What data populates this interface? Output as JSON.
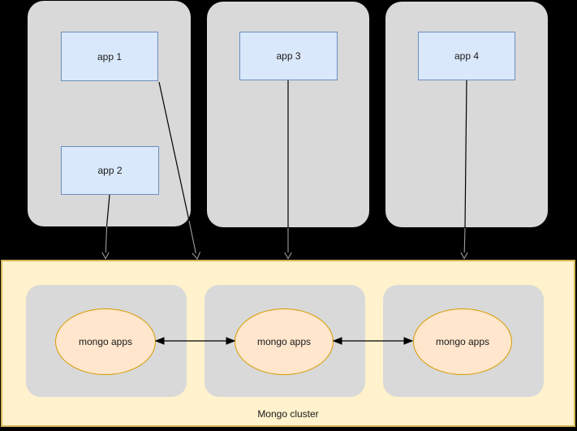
{
  "diagram": {
    "background": "#000000",
    "palette": {
      "app_node_fill": "#dae8fc",
      "app_node_stroke": "#6c8ebf",
      "group_fill": "#d9d9d9",
      "cluster_fill": "#fff2cc",
      "cluster_stroke": "#d6b656",
      "mongo_node_fill": "#ffe6cc",
      "mongo_node_stroke": "#d79b00",
      "connector_color": "#000000"
    },
    "apps": [
      {
        "label": "app 1"
      },
      {
        "label": "app 2"
      },
      {
        "label": "app 3"
      },
      {
        "label": "app 4"
      }
    ],
    "mongo_nodes": [
      {
        "label": "mongo apps"
      },
      {
        "label": "mongo apps"
      },
      {
        "label": "mongo apps"
      }
    ],
    "cluster_label": "Mongo cluster"
  }
}
